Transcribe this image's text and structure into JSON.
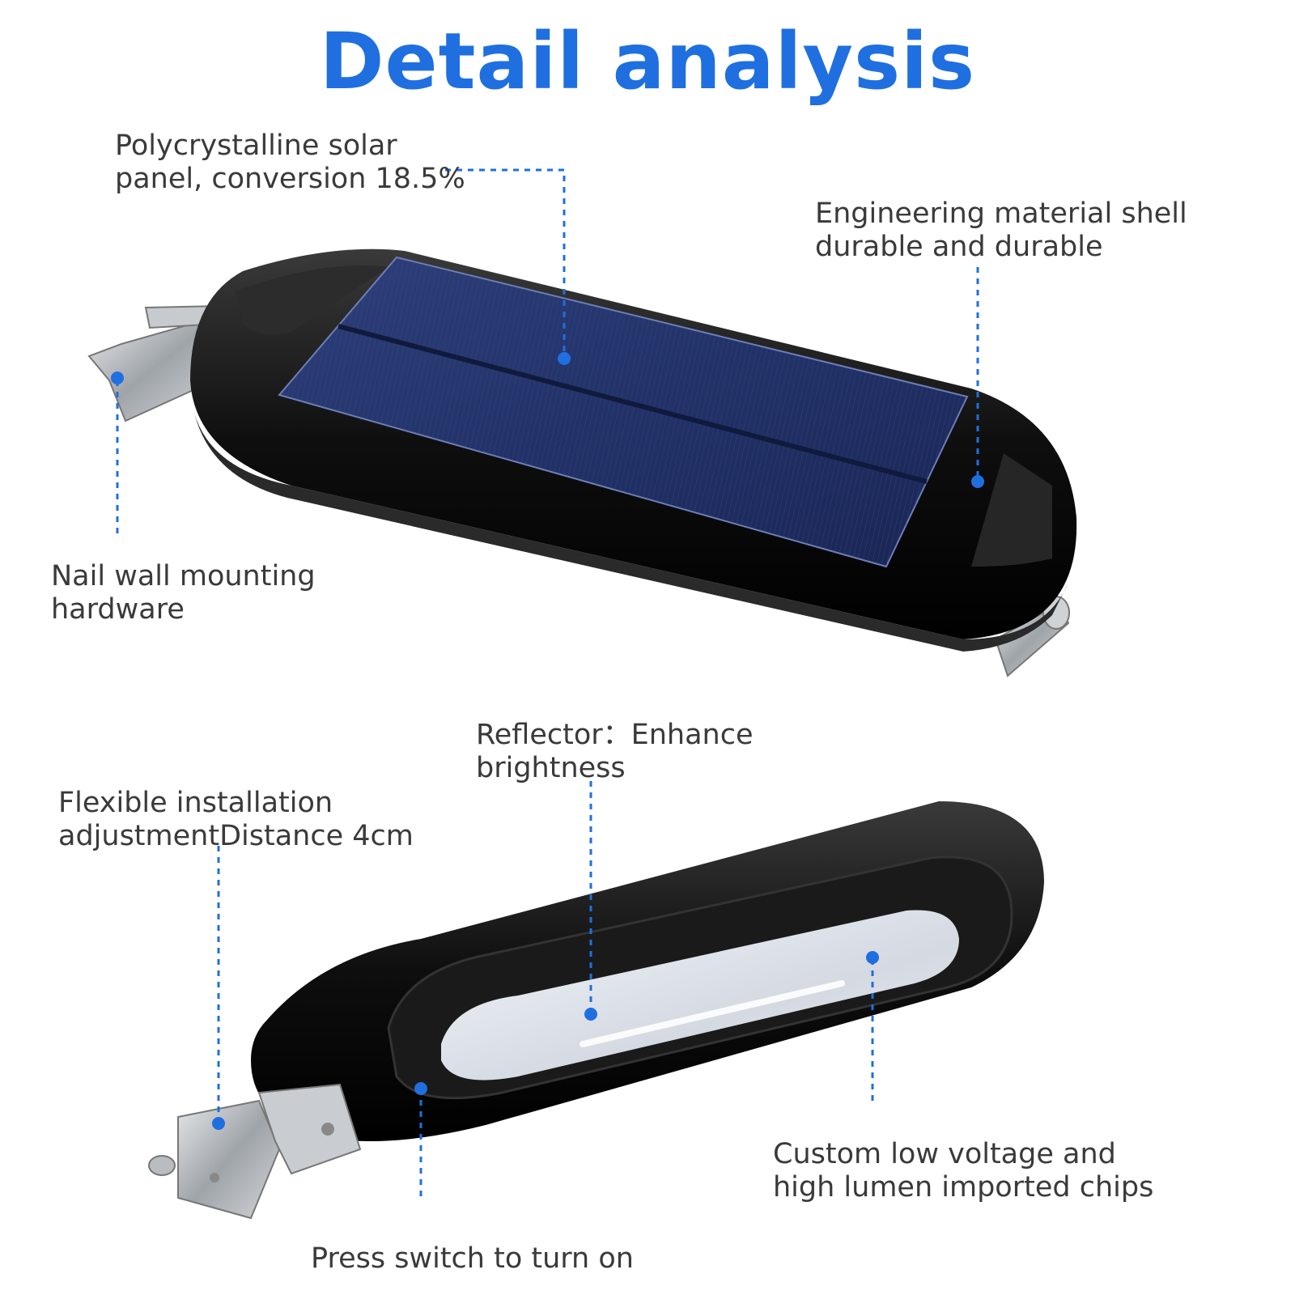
{
  "title": "Detail analysis",
  "colors": {
    "accent": "#1f6fe0",
    "text": "#3a3a3a",
    "shell": "#111111",
    "panel": "#1d2f6b"
  },
  "callouts": {
    "solar_panel": {
      "line1": "Polycrystalline solar",
      "line2": "panel, conversion 18.5%"
    },
    "shell": {
      "line1": "Engineering material shell",
      "line2": "durable and durable"
    },
    "mounting": {
      "line1": "Nail wall mounting",
      "line2": "hardware"
    },
    "reflector": {
      "line1": "Reflector：Enhance",
      "line2": "brightness"
    },
    "installation": {
      "line1": "Flexible installation",
      "line2": "adjustmentDistance 4cm"
    },
    "chips": {
      "line1": "Custom low voltage and",
      "line2": "high lumen imported chips"
    },
    "switch": {
      "line1": "Press switch to turn on"
    }
  }
}
